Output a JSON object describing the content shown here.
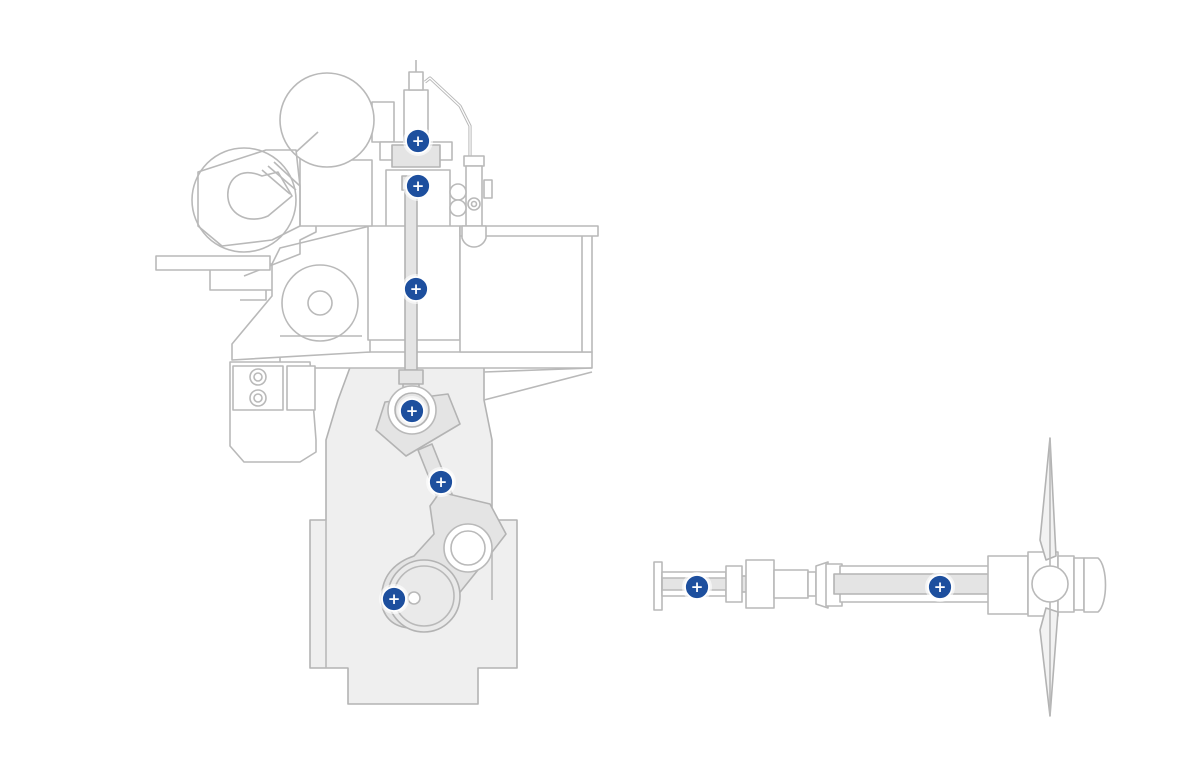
{
  "diagram": {
    "colors": {
      "line": "#b9b9b9",
      "fill": "#e4e4e4",
      "hotspot": "#1d4f9e",
      "hotspot_symbol": "#ffffff",
      "background": "#ffffff"
    },
    "hotspots": [
      {
        "id": "fuel-pump-top",
        "group": "engine",
        "symbol": "+"
      },
      {
        "id": "valve-stem",
        "group": "engine",
        "symbol": "+"
      },
      {
        "id": "piston-rod",
        "group": "engine",
        "symbol": "+"
      },
      {
        "id": "crosshead",
        "group": "engine",
        "symbol": "+"
      },
      {
        "id": "connecting-rod",
        "group": "engine",
        "symbol": "+"
      },
      {
        "id": "crankshaft",
        "group": "engine",
        "symbol": "+"
      },
      {
        "id": "thrust-shaft",
        "group": "shaft-line",
        "symbol": "+"
      },
      {
        "id": "propeller-shaft",
        "group": "shaft-line",
        "symbol": "+"
      }
    ]
  }
}
